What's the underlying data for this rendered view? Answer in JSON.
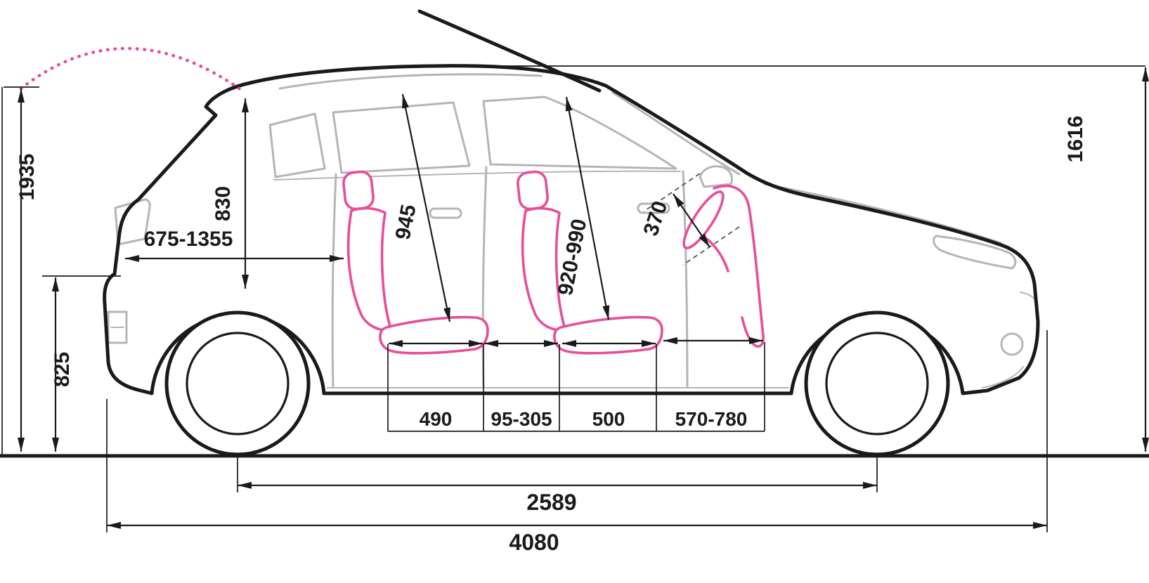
{
  "title": "Car side-view dimension diagram",
  "colors": {
    "line": "#1a1a1a",
    "detail": "#b5b5b5",
    "accent": "#e84d9b"
  },
  "dimensions": {
    "max_height": "1935",
    "body_height": "1616",
    "tailgate_opening_height": "830",
    "cargo_length": "675-1355",
    "rear_seat_headroom": "945",
    "front_seat_headroom": "920-990",
    "steering_wheel": "370",
    "loading_sill_height": "825",
    "rear_cushion_length": "490",
    "knee_clearance": "95-305",
    "front_cushion_length": "500",
    "cushion_to_firewall": "570-780",
    "wheelbase": "2589",
    "overall_length": "4080"
  }
}
